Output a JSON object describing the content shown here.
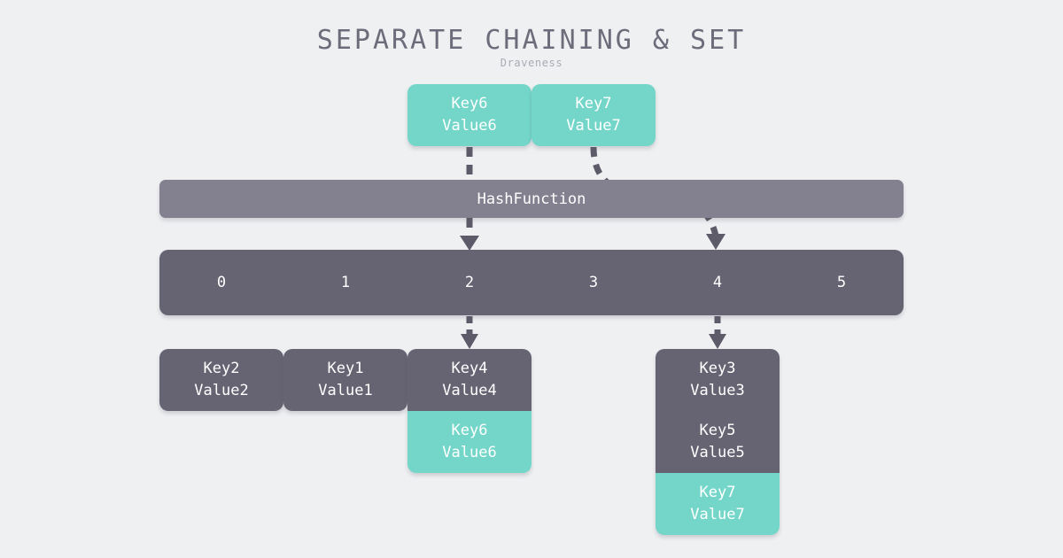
{
  "header": {
    "title": "SEPARATE CHAINING & SET",
    "subtitle": "Draveness"
  },
  "colors": {
    "background": "#eff0f2",
    "accent_teal": "#73d6c9",
    "dark_slate": "#666472",
    "mid_gray": "#83818f",
    "title_gray": "#6d6c7a",
    "subtitle_gray": "#a9abb5",
    "arrow_gray": "#5d5b69"
  },
  "inputs": [
    {
      "key": "Key6",
      "value": "Value6",
      "color": "teal",
      "target_index": "2"
    },
    {
      "key": "Key7",
      "value": "Value7",
      "color": "teal",
      "target_index": "4"
    }
  ],
  "hash_function": {
    "label": "HashFunction"
  },
  "index_bar": {
    "indices": [
      "0",
      "1",
      "2",
      "3",
      "4",
      "5"
    ]
  },
  "buckets": [
    {
      "index": "0",
      "entries": [
        {
          "key": "Key2",
          "value": "Value2",
          "color": "dark"
        }
      ]
    },
    {
      "index": "1",
      "entries": [
        {
          "key": "Key1",
          "value": "Value1",
          "color": "dark"
        }
      ]
    },
    {
      "index": "2",
      "entries": [
        {
          "key": "Key4",
          "value": "Value4",
          "color": "dark"
        },
        {
          "key": "Key6",
          "value": "Value6",
          "color": "teal"
        }
      ]
    },
    {
      "index": "4",
      "entries": [
        {
          "key": "Key3",
          "value": "Value3",
          "color": "dark"
        },
        {
          "key": "Key5",
          "value": "Value5",
          "color": "dark"
        },
        {
          "key": "Key7",
          "value": "Value7",
          "color": "teal"
        }
      ]
    }
  ]
}
